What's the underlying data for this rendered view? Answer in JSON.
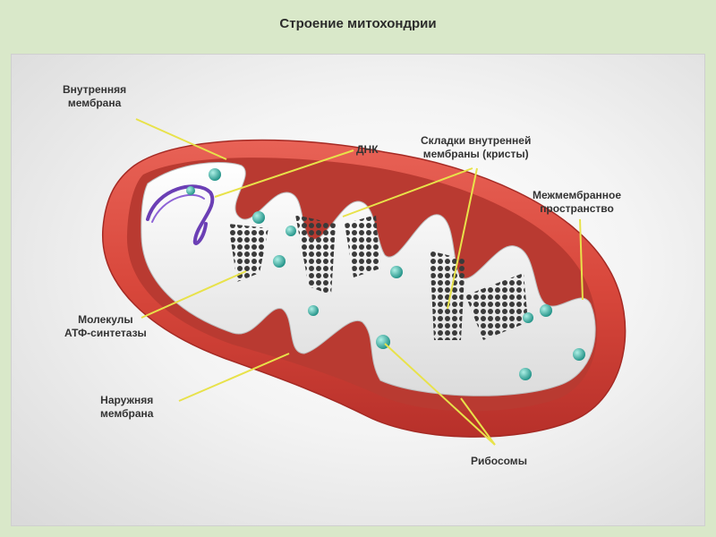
{
  "title": "Строение митохондрии",
  "labels": {
    "inner_membrane": [
      "Внутренняя",
      "мембрана"
    ],
    "dna": "ДНК",
    "cristae": [
      "Складки внутренней",
      "мембраны (кристы)"
    ],
    "intermembrane_space": [
      "Межмембранное",
      "пространство"
    ],
    "atp_synthase": [
      "Молекулы",
      "АТФ-синтетазы"
    ],
    "outer_membrane": [
      "Наружняя",
      "мембрана"
    ],
    "ribosomes": "Рибосомы"
  },
  "colors": {
    "background": "#d9e8c9",
    "outer_membrane": "#d7453a",
    "inner_membrane": "#f3f3f3",
    "ribosome": "#2aa79b",
    "atp_synthase": "#3b3b3b",
    "dna": "#6b3fb5",
    "pointer": "#e8e24a"
  }
}
